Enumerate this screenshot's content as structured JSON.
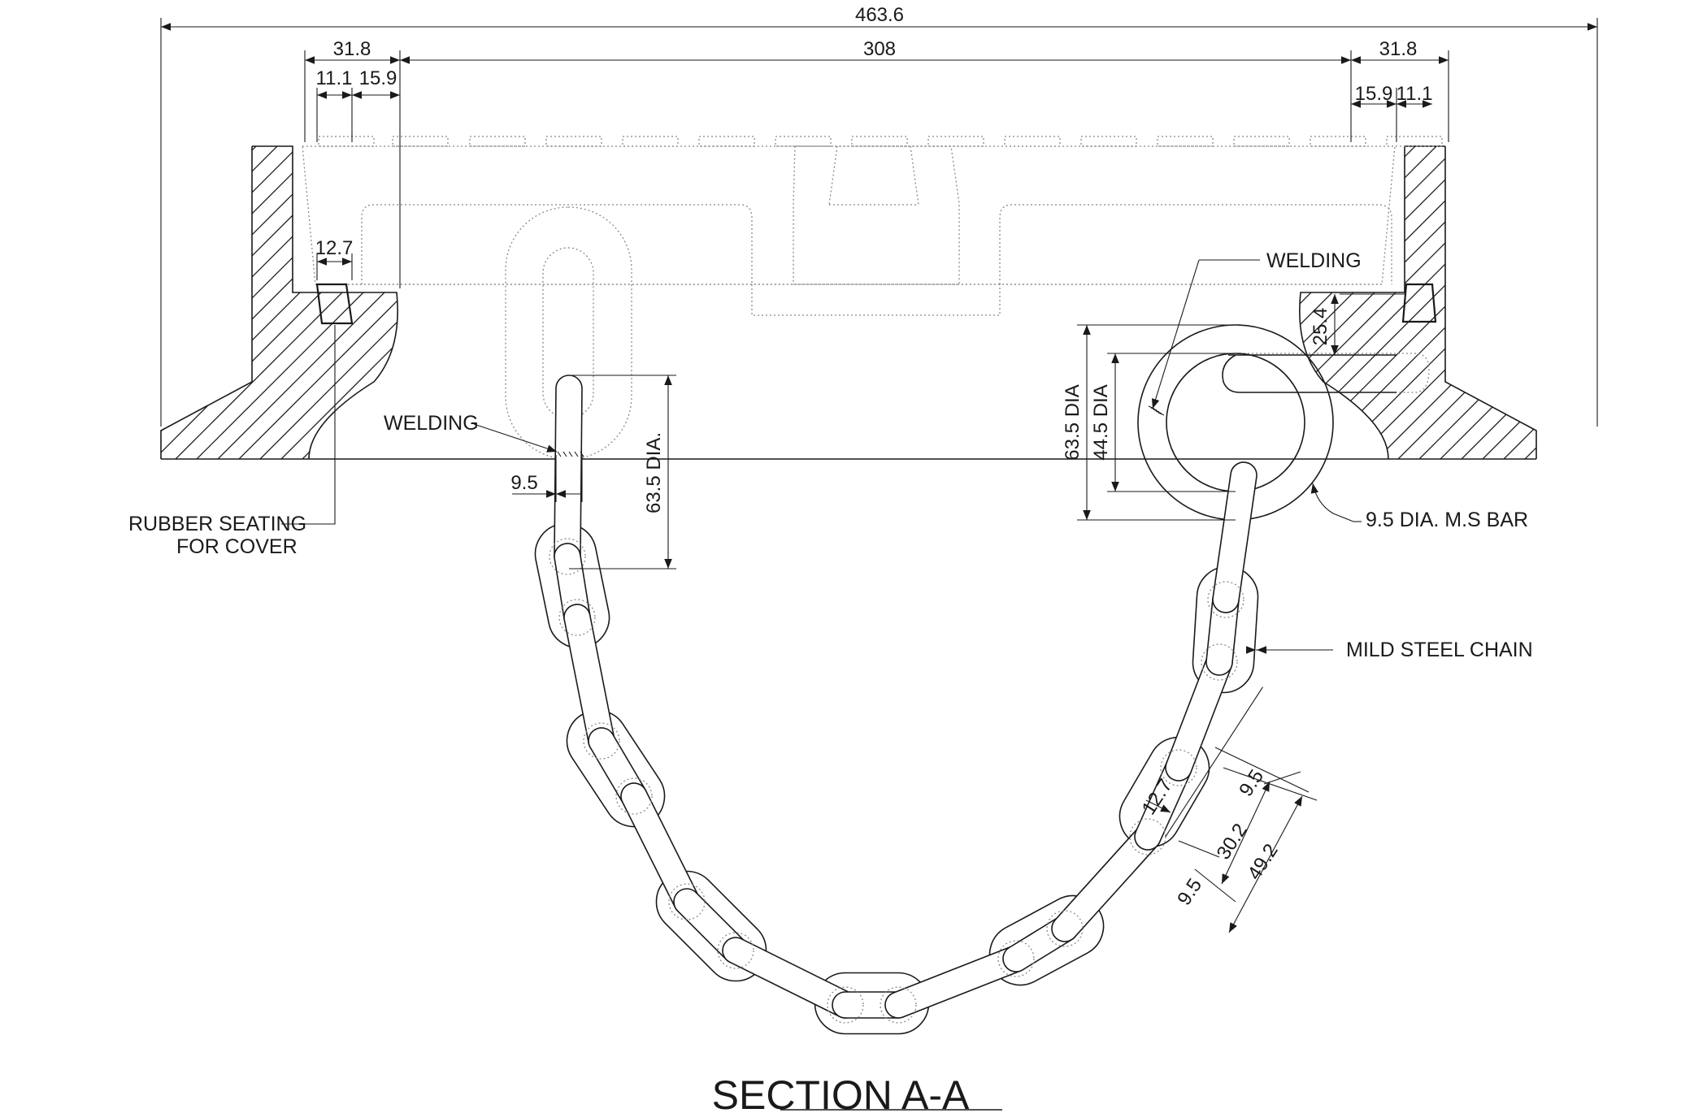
{
  "title": "SECTION A-A",
  "dimensions": {
    "overall_width": "463.6",
    "left_frame": "31.8",
    "clear_opening": "308",
    "right_frame": "31.8",
    "left_inner": "11.1",
    "left_outer": "15.9",
    "right_inner": "15.9",
    "right_outer": "11.1",
    "rubber_width": "12.7",
    "ring_offset": "25.4",
    "bar_dia": "9.5",
    "link_dia_left": "63.5 DIA.",
    "ring_outer_dia": "63.5 DIA",
    "ring_inner_dia": "44.5 DIA",
    "link_thickness": "12.7",
    "link_end_top": "9.5",
    "link_inner": "30.2",
    "link_end_bottom": "9.5",
    "link_length": "49.2"
  },
  "labels": {
    "welding_left": "WELDING",
    "welding_right": "WELDING",
    "rubber_line1": "RUBBER SEATING",
    "rubber_line2": "FOR COVER",
    "ms_bar": "9.5 DIA. M.S BAR",
    "chain": "MILD STEEL CHAIN"
  },
  "colors": {
    "line": "#1a1a1a",
    "hidden": "#9a9a9a",
    "background": "#ffffff"
  }
}
